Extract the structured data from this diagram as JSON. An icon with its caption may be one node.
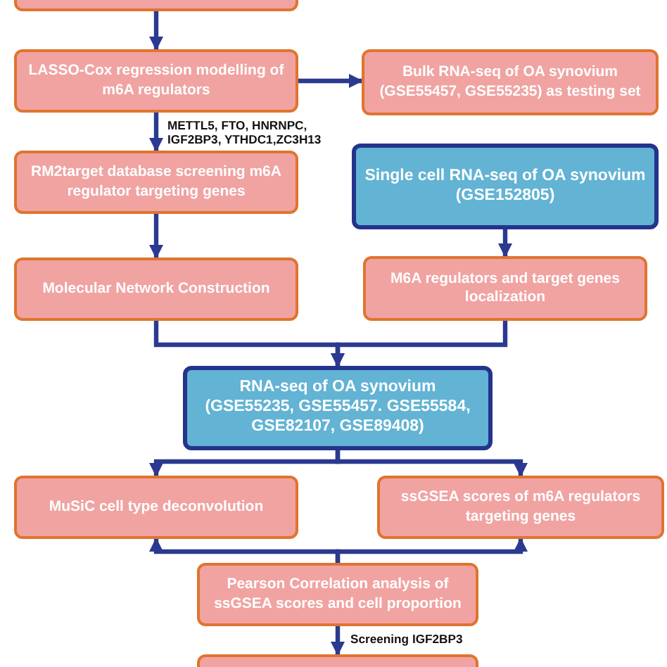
{
  "diagram": {
    "nodes": [
      {
        "text": [],
        "shape": "box"
      },
      {
        "text": [
          "LASSO-Cox regression modelling of m6A regulators"
        ]
      },
      {
        "text": [
          "Bulk RNA-seq of OA synovium (GSE55457, GSE55235) as testing set"
        ]
      },
      {
        "text": [
          "RM2target database screening m6A regulator targeting genes"
        ]
      },
      {
        "text": [
          "Single cell RNA-seq of OA synovium (GSE152805)"
        ]
      },
      {
        "text": [
          "Molecular Network Construction"
        ]
      },
      {
        "text": [
          "M6A regulators and target genes localization"
        ]
      },
      {
        "text": [
          "RNA-seq of OA synovium (GSE55235, GSE55457. GSE55584, GSE82107, GSE89408)"
        ]
      },
      {
        "text": [
          "MuSiC cell type deconvolution"
        ]
      },
      {
        "text": [
          "ssGSEA scores of m6A regulators targeting genes"
        ]
      },
      {
        "text": [
          "Pearson Correlation analysis of ssGSEA scores and cell proportion"
        ]
      },
      {
        "text": [],
        "shape": "box"
      }
    ],
    "edges": [
      {
        "from": 0,
        "to": 1,
        "arrow": "to"
      },
      {
        "from": 1,
        "to": 2,
        "arrow": "to"
      },
      {
        "from": 1,
        "to": 3,
        "arrow": "to",
        "label": "METTL5, FTO, HNRNPC, IGF2BP3, YTHDC1,ZC3H13"
      },
      {
        "from": 3,
        "to": 5,
        "arrow": "to"
      },
      {
        "from": 4,
        "to": 6,
        "arrow": "to"
      },
      {
        "from": 5,
        "to": 7,
        "arrow": "to"
      },
      {
        "from": 6,
        "to": 7,
        "arrow": "to"
      },
      {
        "from": 7,
        "to": 8,
        "arrow": "to"
      },
      {
        "from": 7,
        "to": 9,
        "arrow": "to"
      },
      {
        "from": 10,
        "to": 8,
        "arrow": "to"
      },
      {
        "from": 10,
        "to": 9,
        "arrow": "to"
      },
      {
        "from": 10,
        "to": 11,
        "arrow": "to",
        "label": "Screening IGF2BP3"
      }
    ]
  }
}
